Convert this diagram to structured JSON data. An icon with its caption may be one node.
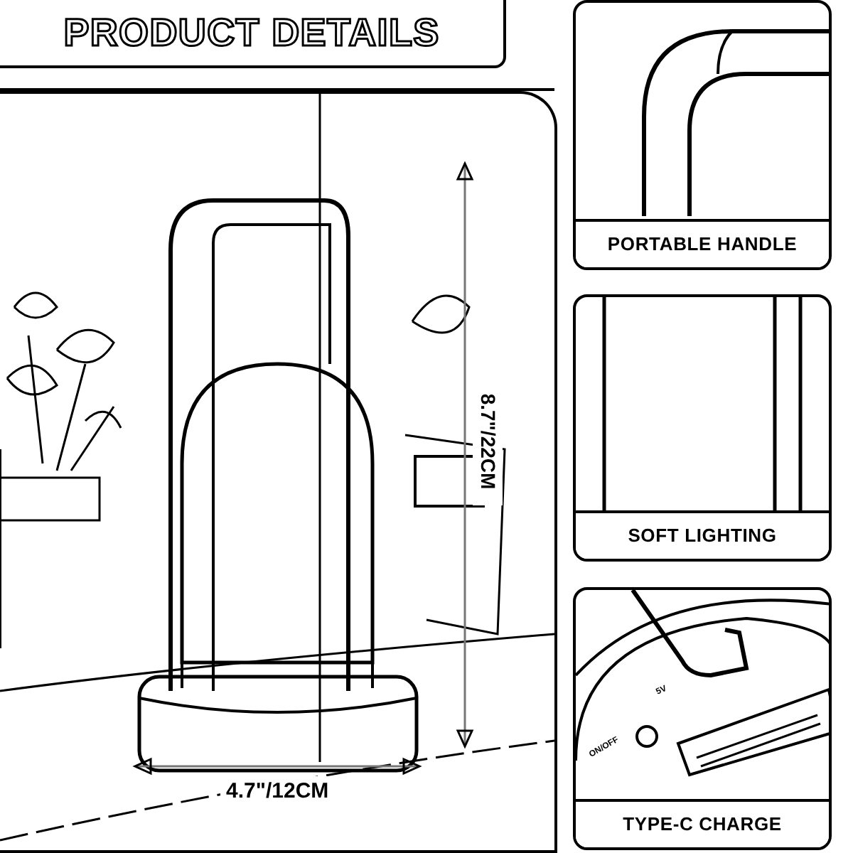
{
  "diagram": {
    "title": "PRODUCT DETAILS",
    "nodes": [
      {
        "text": [
          "PORTABLE HANDLE"
        ]
      },
      {
        "text": [
          "SOFT LIGHTING"
        ]
      },
      {
        "text": [
          "TYPE-C CHARGE"
        ]
      }
    ],
    "labels": [
      "8.7\"/22CM",
      "4.7\"/12CM",
      "5V",
      "ON/OFF"
    ]
  }
}
